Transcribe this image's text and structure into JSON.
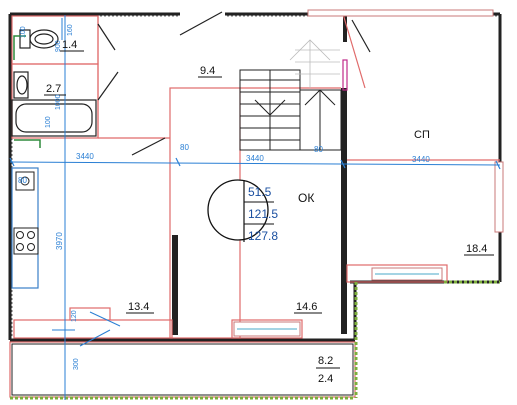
{
  "rooms": {
    "bath_top": "1.4",
    "bath_mid": "2.7",
    "hall": "9.4",
    "kitchen": "13.4",
    "living": "14.6",
    "bedroom": "18.4",
    "bedroom_code": "СП",
    "balcony_area": "8.2",
    "balcony_coef": "2.4"
  },
  "dims": {
    "d3440_left": "3440",
    "d3440_mid": "3440",
    "d3440_right": "3440",
    "d80_a": "80",
    "d80_b": "80",
    "d80_c": "80",
    "d3970": "3970",
    "d900": "900",
    "d160": "160",
    "d100_a": "100",
    "d1000": "1000",
    "d100_b": "100",
    "d300": "300",
    "d120": "120"
  },
  "badge": {
    "living_area": "51.5",
    "total_area": "121.5",
    "total_with_balcony": "127.8",
    "code": "ОК"
  },
  "colors": {
    "wall": "#222222",
    "partition": "#e06a6a",
    "dimension": "#2a7fd4",
    "kitchen_line": "#3a7fc8",
    "window": "#c87878",
    "balcony_hatch": "#7dae3c",
    "badge_text": "#1a4fa0"
  }
}
